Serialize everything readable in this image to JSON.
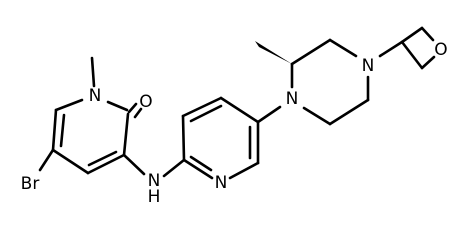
{
  "structure": {
    "labels": {
      "n_methyl": "N",
      "oxo": "O",
      "bromo": "Br",
      "amine_nh": "N",
      "amine_h": "H",
      "pyridine_n": "N",
      "piperazine_n1": "N",
      "piperazine_n4": "N",
      "oxetane_o": "O"
    },
    "colors": {
      "line": "#000000",
      "background": "#ffffff"
    }
  }
}
